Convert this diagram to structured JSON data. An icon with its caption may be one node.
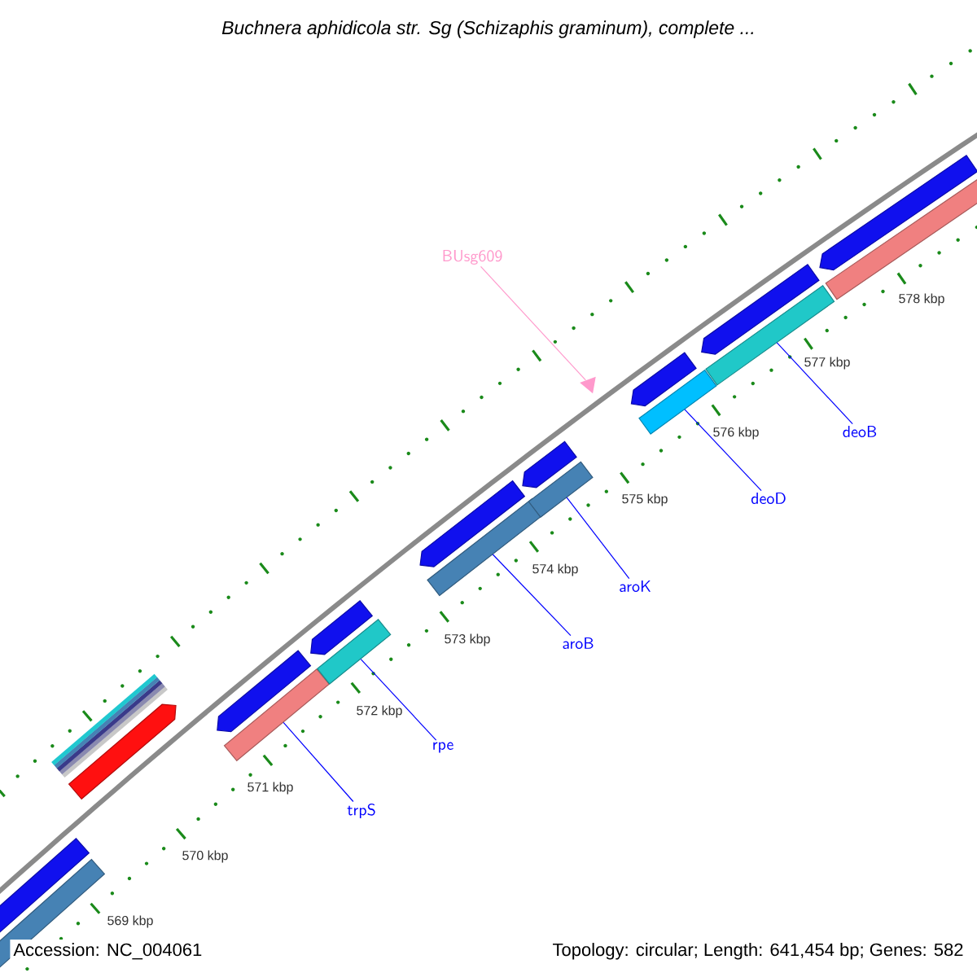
{
  "diagram": {
    "title": "Buchnera aphidicola str. Sg (Schizaphis graminum), complete ...",
    "nodes": [
      {
        "text": [
          "BUsg609"
        ]
      },
      {
        "text": [],
        "shape": "triangle"
      },
      {
        "text": [
          "trpS"
        ]
      },
      {
        "text": [],
        "shape": "bar"
      },
      {
        "text": [
          "rpe"
        ]
      },
      {
        "text": [],
        "shape": "bar"
      },
      {
        "text": [
          "aroB"
        ]
      },
      {
        "text": [],
        "shape": "bar"
      },
      {
        "text": [
          "aroK"
        ]
      },
      {
        "text": [],
        "shape": "bar"
      },
      {
        "text": [
          "deoD"
        ]
      },
      {
        "text": [],
        "shape": "bar"
      },
      {
        "text": [
          "deoB"
        ]
      },
      {
        "text": [],
        "shape": "bar"
      },
      {
        "text": [],
        "shape": "bar"
      },
      {
        "text": [],
        "shape": "bar"
      },
      {
        "text": [],
        "shape": "bar"
      },
      {
        "text": [],
        "shape": "bar"
      },
      {
        "text": [],
        "shape": "bar"
      },
      {
        "text": [],
        "shape": "bar"
      },
      {
        "text": [],
        "shape": "bar"
      },
      {
        "text": [],
        "shape": "bar"
      },
      {
        "text": [],
        "shape": "bar"
      },
      {
        "text": [],
        "shape": "bar"
      },
      {
        "text": [],
        "shape": "bar"
      },
      {
        "text": [],
        "shape": "bar"
      }
    ],
    "edges": [
      {
        "from": 0,
        "to": 1,
        "arrow": "none",
        "color": "#ff99cc"
      },
      {
        "from": 2,
        "to": 3,
        "arrow": "none"
      },
      {
        "from": 4,
        "to": 5,
        "arrow": "none"
      },
      {
        "from": 6,
        "to": 7,
        "arrow": "none"
      },
      {
        "from": 8,
        "to": 9,
        "arrow": "none"
      },
      {
        "from": 10,
        "to": 11,
        "arrow": "none"
      },
      {
        "from": 12,
        "to": 13,
        "arrow": "none"
      }
    ],
    "labels": [
      "578 kbp",
      "577 kbp",
      "576 kbp",
      "575 kbp",
      "574 kbp",
      "573 kbp",
      "572 kbp",
      "571 kbp",
      "570 kbp",
      "569 kbp",
      "Accession: NC_004061",
      "Topology: circular; Length: 641,454 bp; Genes: 582"
    ]
  }
}
